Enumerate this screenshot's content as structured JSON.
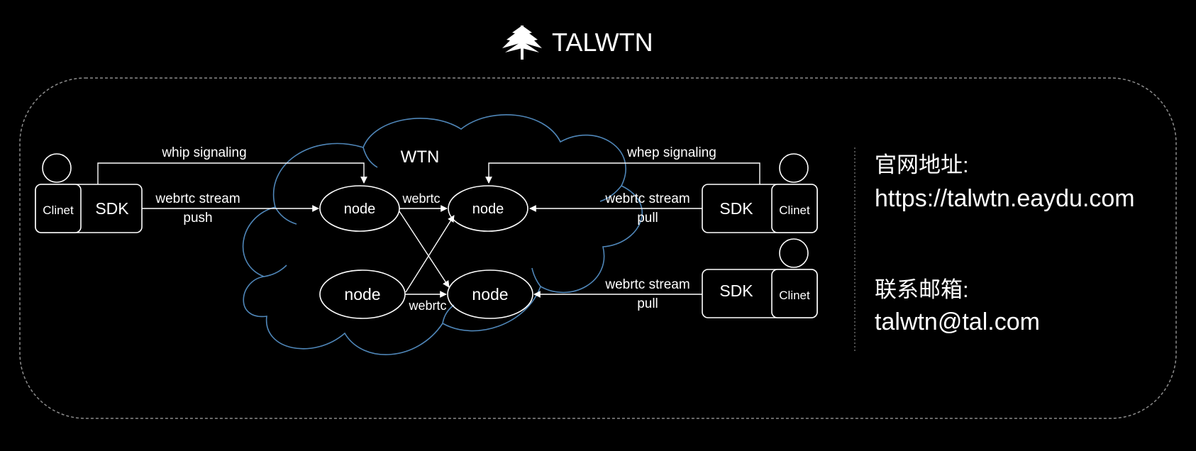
{
  "brand": {
    "logo": "pine-tree-logo",
    "title": "TALWTN"
  },
  "colors": {
    "background": "#000000",
    "foreground": "#ffffff",
    "cloud": "#4f86b8",
    "frame": "#8c8c8c"
  },
  "diagram": {
    "cloud_label": "WTN",
    "nodes": [
      "node",
      "node",
      "node",
      "node"
    ],
    "client_label": "Clinet",
    "sdk_label": "SDK",
    "edges": {
      "whip_signaling": "whip signaling",
      "whep_signaling": "whep signaling",
      "push_stream": "webrtc stream",
      "push_sub": "push",
      "pull_stream_1": "webrtc stream",
      "pull_sub_1": "pull",
      "pull_stream_2": "webrtc stream",
      "pull_sub_2": "pull",
      "webrtc_top": "webrtc",
      "webrtc_bottom": "webrtc"
    }
  },
  "info": {
    "website_label": "官网地址:",
    "website_url": "https://talwtn.eaydu.com",
    "email_label": "联系邮箱:",
    "email": "talwtn@tal.com"
  }
}
